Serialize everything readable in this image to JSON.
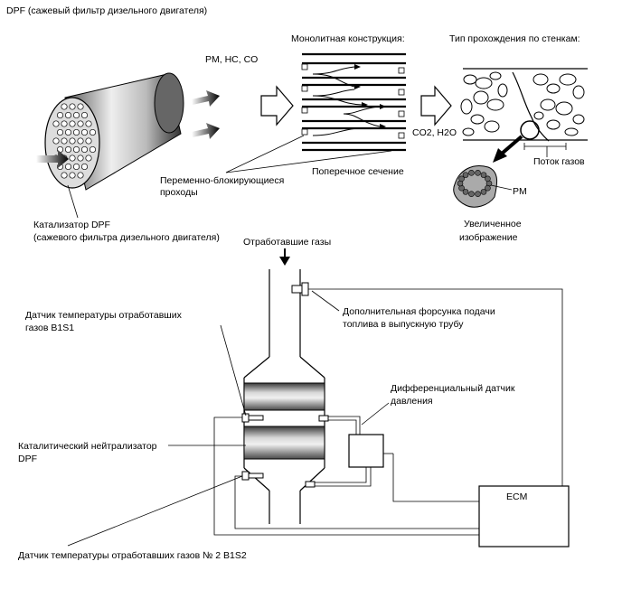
{
  "title": "DPF (сажевый фильтр дизельного двигателя)",
  "top": {
    "gases_in": "PM, HC, CO",
    "monolith_heading": "Монолитная конструкция:",
    "wall_flow_heading": "Тип прохождения по стенкам:",
    "gases_out": "CO2, H2O",
    "cross_section": "Поперечное сечение",
    "alternating_label": [
      "Переменно-блокирующиеся",
      "проходы"
    ],
    "catalyst_label": [
      "Катализатор DPF",
      "(сажевого фильтра дизельного двигателя)"
    ],
    "gas_flow": "Поток газов",
    "pm": "PM",
    "magnified": [
      "Увеличенное",
      "изображение"
    ]
  },
  "bottom": {
    "exhaust": "Отработавшие газы",
    "sensor_b1s1": [
      "Датчик температуры отработавших",
      "газов B1S1"
    ],
    "injector": [
      "Дополнительная форсунка подачи",
      "топлива в выпускную трубу"
    ],
    "diff_sensor": [
      "Дифференциальный датчик",
      "давления"
    ],
    "dpf_converter": [
      "Каталитический нейтрализатор",
      "DPF"
    ],
    "ecm": "ECM",
    "sensor_b1s2": "Датчик температуры отработавших газов № 2 B1S2"
  }
}
